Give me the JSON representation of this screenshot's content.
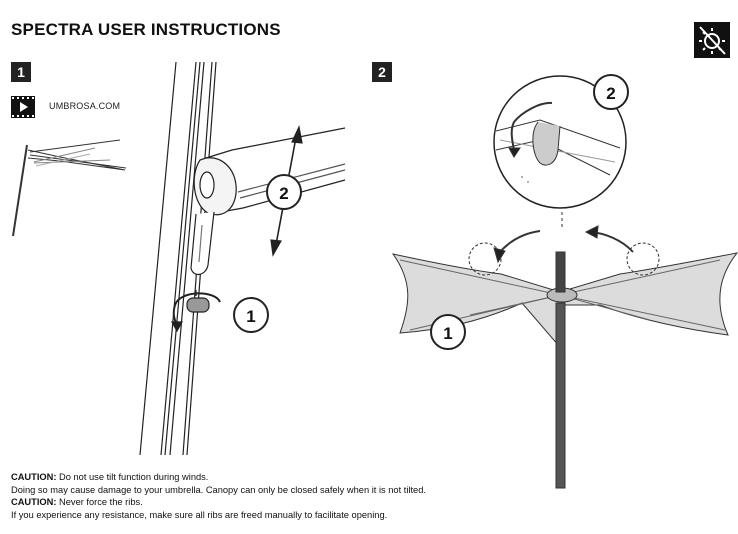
{
  "header": {
    "title": "SPECTRA USER INSTRUCTIONS",
    "icon": "weather-sun-crossed-icon"
  },
  "steps": [
    {
      "number": "1"
    },
    {
      "number": "2"
    }
  ],
  "video": {
    "icon": "video-play-icon",
    "link_text": "UMBROSA.COM"
  },
  "callouts": {
    "step1_tilt": "2",
    "step1_knob": "1",
    "step2_canopy": "1",
    "step2_clip": "2"
  },
  "notes": [
    {
      "label": "CAUTION:",
      "text": " Do not use tilt function during winds."
    },
    {
      "label": "",
      "text": "Doing so may cause damage to your umbrella.  Canopy can only be closed safely when it is not tilted."
    },
    {
      "label": "CAUTION:",
      "text": " Never force the ribs."
    },
    {
      "label": "",
      "text": "If you experience any resistance, make sure all ribs are freed manually to facilitate opening."
    }
  ]
}
